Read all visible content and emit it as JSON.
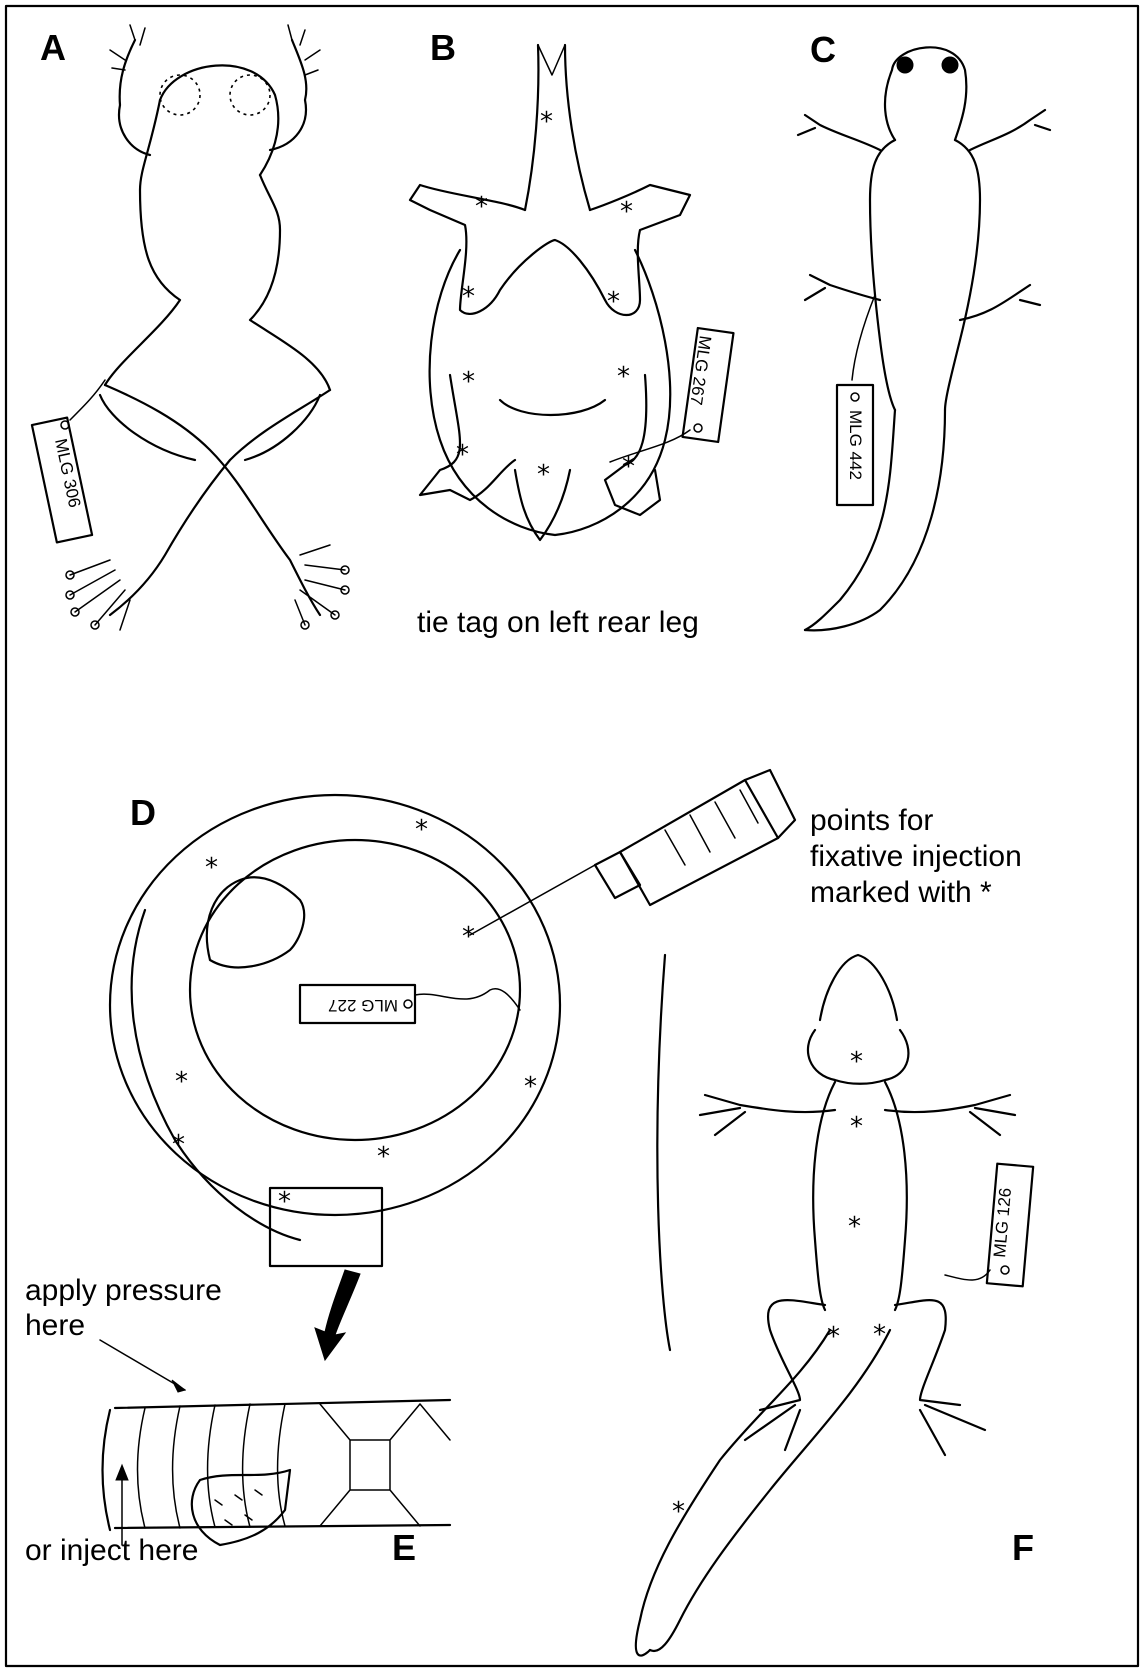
{
  "panels": {
    "A": {
      "letter": "A",
      "tag": "MLG 306"
    },
    "B": {
      "letter": "B",
      "tag": "MLG 267",
      "caption": "tie tag on left rear leg"
    },
    "C": {
      "letter": "C",
      "tag": "MLG 442"
    },
    "D": {
      "letter": "D",
      "tag": "MLG 227"
    },
    "E": {
      "letter": "E"
    },
    "F": {
      "letter": "F",
      "tag": "MLG 126"
    }
  },
  "annotations": {
    "injection_line1": "points for",
    "injection_line2": "fixative  injection",
    "injection_line3": "marked with  *",
    "pressure_line1": "apply pressure",
    "pressure_line2": "here",
    "inject_here": "or  inject  here"
  },
  "marker_symbol": "*"
}
